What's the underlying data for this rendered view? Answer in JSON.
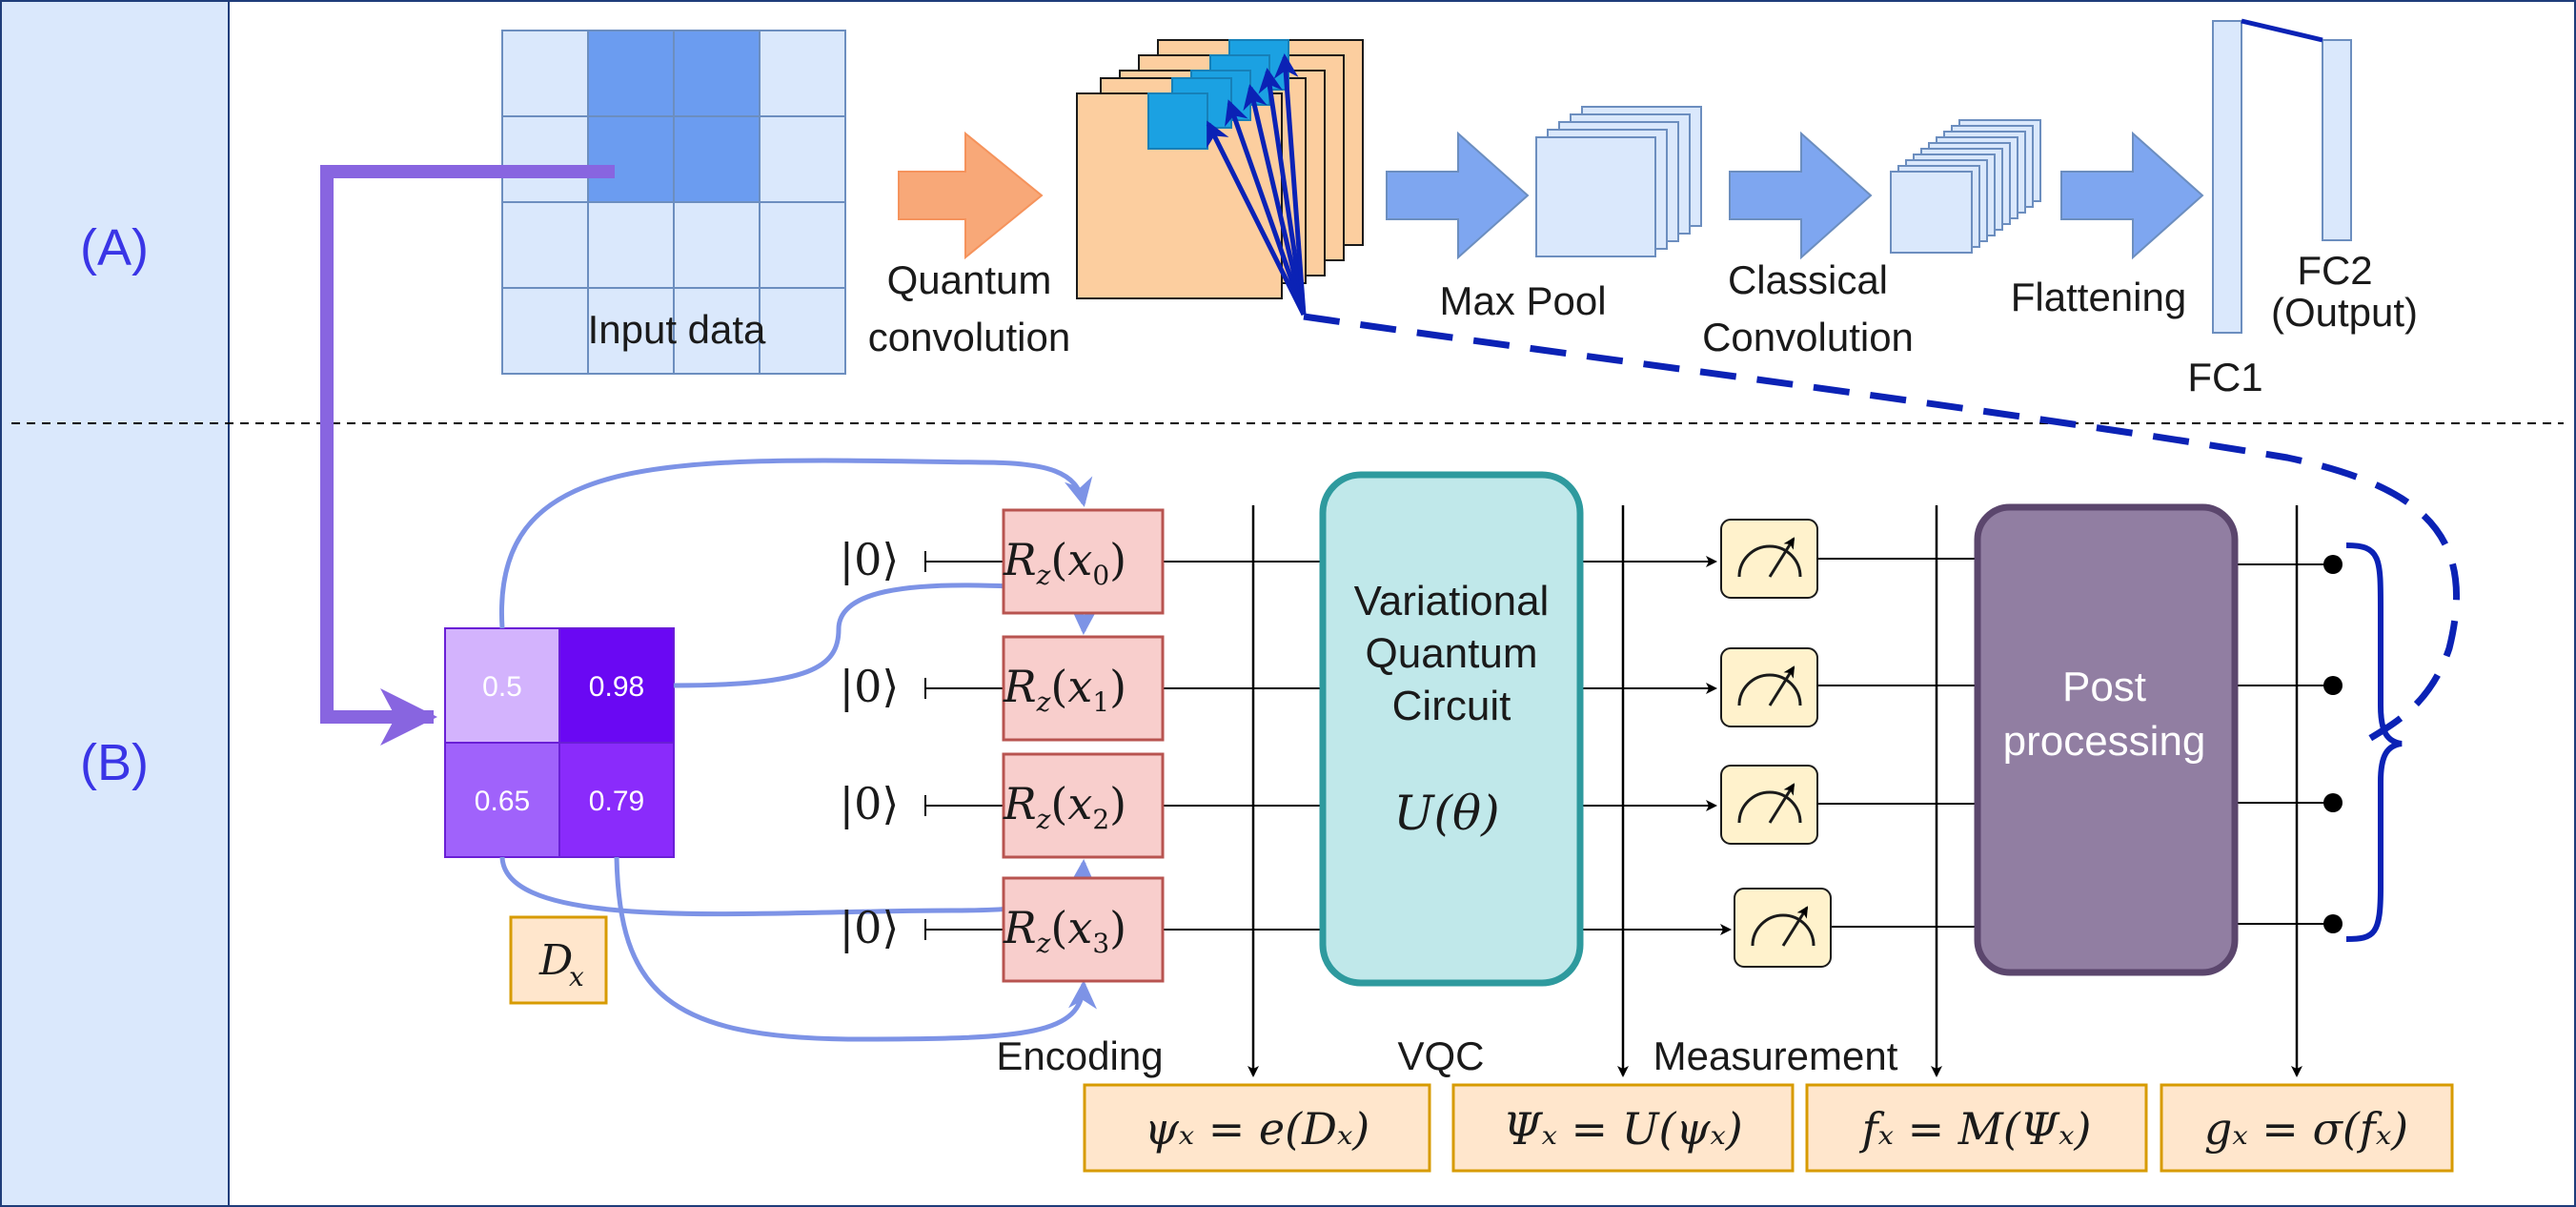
{
  "sections": {
    "a_label": "(A)",
    "b_label": "(B)"
  },
  "panel_a": {
    "input_data_label": "Input data",
    "quantum_conv_label_1": "Quantum",
    "quantum_conv_label_2": "convolution",
    "max_pool_label": "Max Pool",
    "classical_conv_label_1": "Classical",
    "classical_conv_label_2": "Convolution",
    "flattening_label": "Flattening",
    "fc1_label": "FC1",
    "fc2_label_1": "FC2",
    "fc2_label_2": "(Output)"
  },
  "patch": {
    "values": [
      "0.5",
      "0.98",
      "0.65",
      "0.79"
    ],
    "dx_label": "D",
    "dx_sub": "x"
  },
  "circuit": {
    "ket": "|0⟩",
    "gate_prefix": "R",
    "gate_sub": "z",
    "gate_args": [
      "x",
      "x",
      "x",
      "x"
    ],
    "gate_arg_subs": [
      "0",
      "1",
      "2",
      "3"
    ],
    "vqc_box_line1": "Variational",
    "vqc_box_line2": "Quantum",
    "vqc_box_line3": "Circuit",
    "vqc_unitary": "U(θ)",
    "post_line1": "Post",
    "post_line2": "processing"
  },
  "stages": {
    "encoding": "Encoding",
    "vqc": "VQC",
    "measurement": "Measurement"
  },
  "equations": {
    "eq1": "ψₓ = e(Dₓ)",
    "eq2": "Ψₓ = U(ψₓ)",
    "eq3": "fₓ = M(Ψₓ)",
    "eq4": "gₓ = σ(fₓ)"
  },
  "colors": {
    "sidebar": "#dae8fc",
    "light_blue": "#dae8fc",
    "mid_blue": "#6b9cf0",
    "arrow_blue": "#7ea6f0",
    "orange_arrow": "#f8a878",
    "feature_map": "#fcce9f",
    "highlight": "#1ba1e2",
    "dark_blue": "#0b22b5",
    "purple_arrow": "#8865e0",
    "gate_fill": "#f8cecc",
    "gate_stroke": "#b85450",
    "vqc_fill": "#c0e8ea",
    "vqc_stroke": "#2e9a9e",
    "post_fill": "#917ea2",
    "post_stroke": "#5b466d",
    "meter_fill": "#fff2cc",
    "eq_fill": "#ffe6cc",
    "eq_stroke": "#d79b00",
    "patch_cells": [
      "#d3b3fd",
      "#6a08f3",
      "#a062fb",
      "#8a2bfb"
    ]
  }
}
